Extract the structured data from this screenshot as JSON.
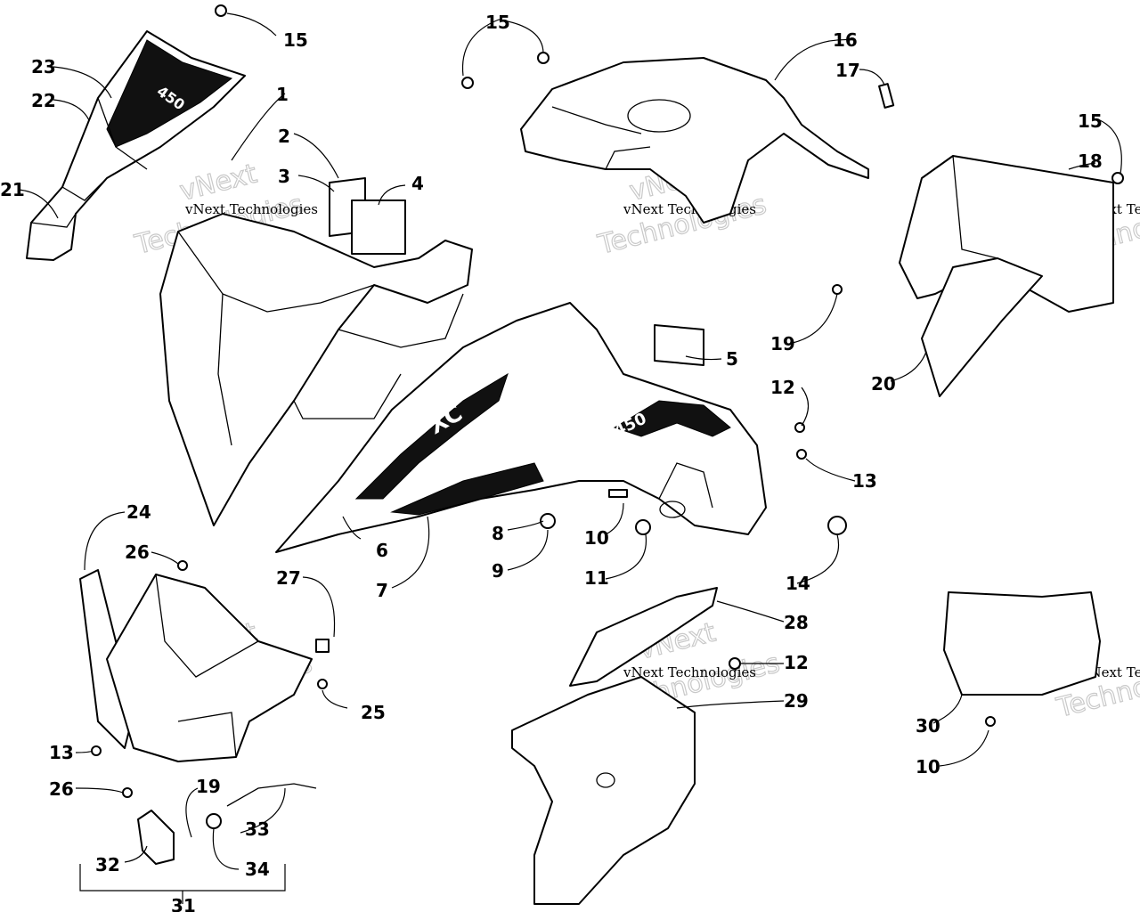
{
  "diagram": {
    "watermark": {
      "line1": "vNext Technologies",
      "line2": "Technologies",
      "line3": "vNext"
    },
    "callouts": [
      {
        "id": "c1",
        "label": "1"
      },
      {
        "id": "c2",
        "label": "2"
      },
      {
        "id": "c3",
        "label": "3"
      },
      {
        "id": "c4",
        "label": "4"
      },
      {
        "id": "c5",
        "label": "5"
      },
      {
        "id": "c6",
        "label": "6"
      },
      {
        "id": "c7",
        "label": "7"
      },
      {
        "id": "c8",
        "label": "8"
      },
      {
        "id": "c9",
        "label": "9"
      },
      {
        "id": "c10a",
        "label": "10"
      },
      {
        "id": "c10b",
        "label": "10"
      },
      {
        "id": "c11",
        "label": "11"
      },
      {
        "id": "c12a",
        "label": "12"
      },
      {
        "id": "c12b",
        "label": "12"
      },
      {
        "id": "c13a",
        "label": "13"
      },
      {
        "id": "c13b",
        "label": "13"
      },
      {
        "id": "c14",
        "label": "14"
      },
      {
        "id": "c15a",
        "label": "15"
      },
      {
        "id": "c15b",
        "label": "15"
      },
      {
        "id": "c15c",
        "label": "15"
      },
      {
        "id": "c16",
        "label": "16"
      },
      {
        "id": "c17",
        "label": "17"
      },
      {
        "id": "c18",
        "label": "18"
      },
      {
        "id": "c19a",
        "label": "19"
      },
      {
        "id": "c19b",
        "label": "19"
      },
      {
        "id": "c20",
        "label": "20"
      },
      {
        "id": "c21",
        "label": "21"
      },
      {
        "id": "c22",
        "label": "22"
      },
      {
        "id": "c23",
        "label": "23"
      },
      {
        "id": "c24",
        "label": "24"
      },
      {
        "id": "c25",
        "label": "25"
      },
      {
        "id": "c26a",
        "label": "26"
      },
      {
        "id": "c26b",
        "label": "26"
      },
      {
        "id": "c27",
        "label": "27"
      },
      {
        "id": "c28",
        "label": "28"
      },
      {
        "id": "c29",
        "label": "29"
      },
      {
        "id": "c30",
        "label": "30"
      },
      {
        "id": "c31",
        "label": "31"
      },
      {
        "id": "c32",
        "label": "32"
      },
      {
        "id": "c33",
        "label": "33"
      },
      {
        "id": "c34",
        "label": "34"
      }
    ],
    "decals": {
      "visor_model": "450",
      "fender_model": "XC",
      "fender_side_model": "450"
    }
  }
}
